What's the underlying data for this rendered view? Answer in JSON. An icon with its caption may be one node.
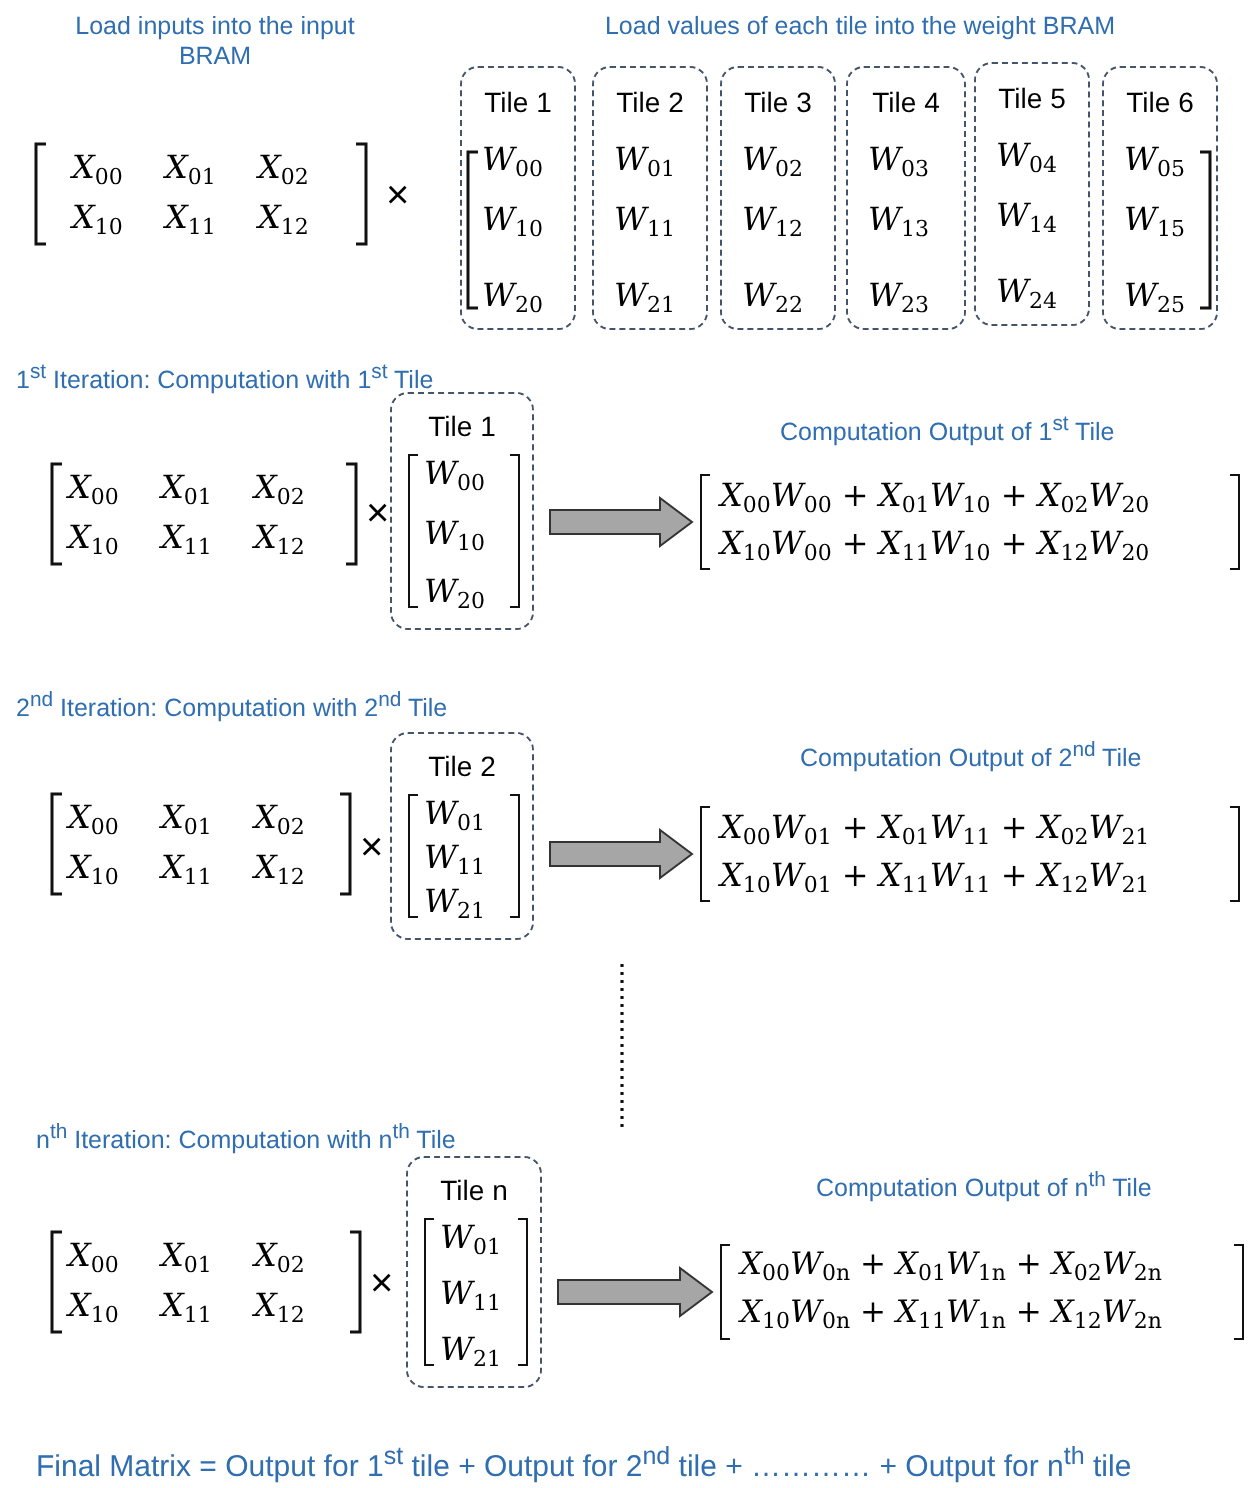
{
  "diagram": {
    "nodes": [
      {
        "text": [
          "Tile 1",
          "W$_{00}$",
          "W$_{10}$",
          "W$_{20}$"
        ]
      },
      {
        "text": [
          "Tile 2",
          "W$_{01}$",
          "W$_{11}$",
          "W$_{21}$"
        ]
      },
      {
        "text": [
          "Tile 3",
          "W$_{02}$",
          "W$_{12}$",
          "W$_{22}$"
        ]
      },
      {
        "text": [
          "Tile 4",
          "W$_{03}$",
          "W$_{13}$",
          "W$_{23}$"
        ]
      },
      {
        "text": [
          "Tile 5",
          "W$_{04}$",
          "W$_{14}$",
          "W$_{24}$"
        ]
      },
      {
        "text": [
          "Tile 6",
          "W$_{05}$",
          "W$_{15}$",
          "W$_{25}$"
        ]
      },
      {
        "text": [
          "Tile 1",
          "W$_{00}$",
          "W$_{10}$",
          "W$_{20}$"
        ]
      },
      {
        "text": [
          "X$_{00}$W$_{00}$ + X$_{01}$W$_{10}$ + X$_{02}$W$_{20}$",
          "X$_{10}$W$_{00}$ + X$_{11}$W$_{10}$ + X$_{12}$W$_{20}$"
        ],
        "beside": [
          "Computation Output of 1$^{st}$ Tile"
        ]
      },
      {
        "text": [
          "Tile 2",
          "W$_{01}$",
          "W$_{11}$",
          "W$_{21}$"
        ]
      },
      {
        "text": [
          "X$_{00}$W$_{01}$ + X$_{01}$W$_{11}$ + X$_{02}$W$_{21}$",
          "X$_{10}$W$_{01}$ + X$_{11}$W$_{11}$ + X$_{12}$W$_{21}$"
        ],
        "beside": [
          "Computation Output of 2$^{nd}$ Tile"
        ]
      },
      {
        "text": [
          "Tile n",
          "W$_{01}$",
          "W$_{11}$",
          "W$_{21}$"
        ]
      },
      {
        "text": [
          "X$_{00}$W$_{0n}$ + X$_{01}$W$_{1n}$ + X$_{02}$W$_{2n}$",
          "X$_{10}$W$_{0n}$ + X$_{11}$W$_{1n}$ + X$_{12}$W$_{2n}$"
        ],
        "beside": [
          "Computation Output of n$^{th}$ Tile"
        ]
      }
    ],
    "edges": [
      {
        "from": 6,
        "to": 7,
        "arrow": "to"
      },
      {
        "from": 8,
        "to": 9,
        "arrow": "to"
      },
      {
        "from": 10,
        "to": 11,
        "arrow": "to"
      }
    ],
    "labels": [
      "Load inputs into the input BRAM",
      "Load values of each tile into the weight BRAM",
      "X$_{00}$ X$_{01}$ X$_{02}$",
      "X$_{10}$ X$_{11}$ X$_{12}$",
      "×",
      "1$^{st}$ Iteration: Computation with 1$^{st}$ Tile",
      "X$_{00}$ X$_{01}$ X$_{02}$",
      "X$_{10}$ X$_{11}$ X$_{12}$",
      "×",
      "2$^{nd}$ Iteration: Computation with 2$^{nd}$ Tile",
      "X$_{00}$ X$_{01}$ X$_{02}$",
      "X$_{10}$ X$_{11}$ X$_{12}$",
      "×",
      "n$^{th}$ Iteration: Computation with n$^{th}$ Tile",
      "X$_{00}$ X$_{01}$ X$_{02}$",
      "X$_{10}$ X$_{11}$ X$_{12}$",
      "×",
      "Final Matrix = Output for 1$^{st}$ tile + Output for 2$^{nd}$ tile + ………… + Output for n$^{th}$ tile"
    ]
  }
}
